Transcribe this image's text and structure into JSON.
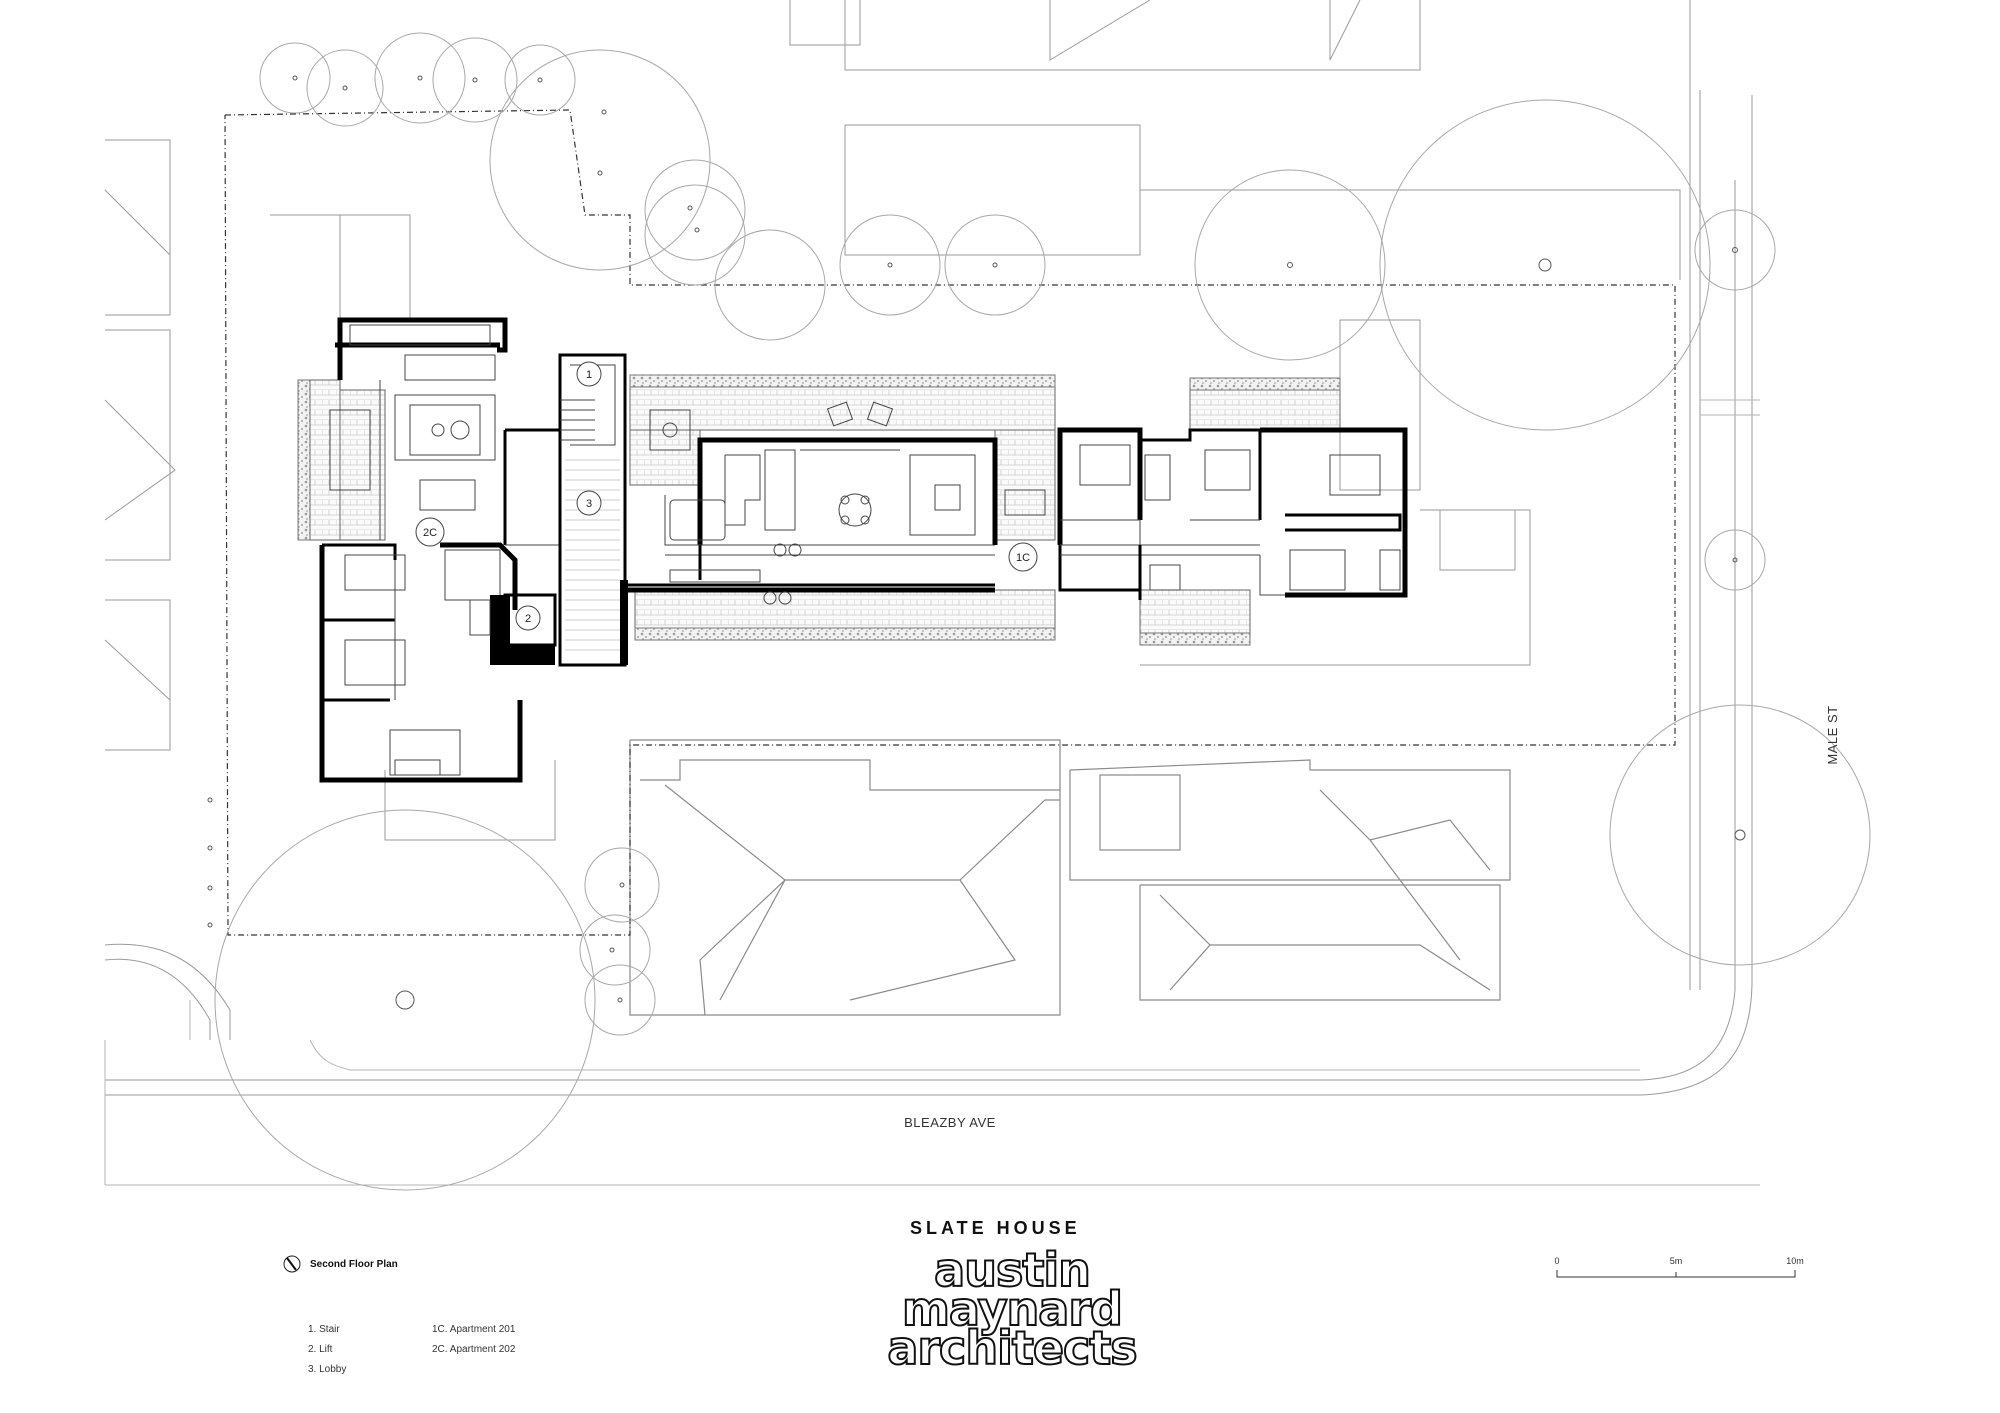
{
  "streets": {
    "south": "BLEAZBY AVE",
    "east": "MALE ST"
  },
  "tags": {
    "stair": "1",
    "lift": "2",
    "lobby": "3",
    "apt_201": "1C",
    "apt_202": "2C"
  },
  "project": {
    "title": "SLATE HOUSE",
    "architect_logo_lines": [
      "austin",
      "maynard",
      "architects"
    ]
  },
  "plan": {
    "title": "Second Floor Plan",
    "north_icon": "north-arrow-icon"
  },
  "legend": {
    "left": [
      "1. Stair",
      "2. Lift",
      "3. Lobby"
    ],
    "right": [
      "1C. Apartment 201",
      "2C. Apartment 202"
    ]
  },
  "scale_bar": {
    "labels": [
      "0",
      "5m",
      "10m"
    ]
  }
}
